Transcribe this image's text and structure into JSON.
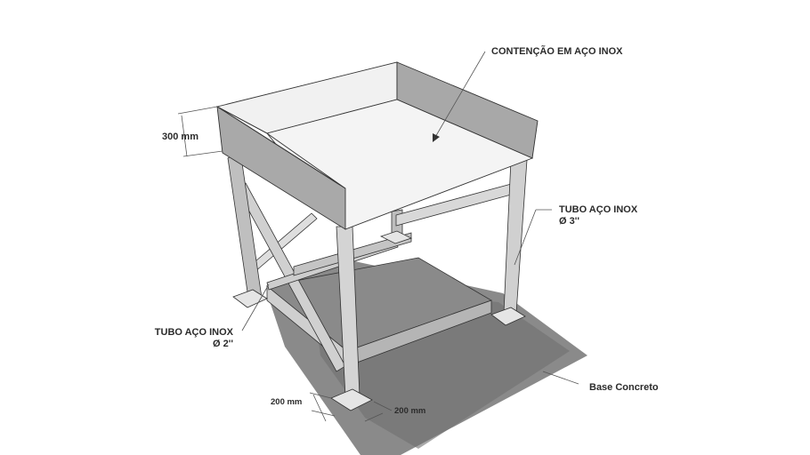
{
  "labels": {
    "containment": "CONTENÇÃO EM AÇO INOX",
    "height_300": "300 mm",
    "tube3_line1": "TUBO AÇO INOX",
    "tube3_line2": "Ø 3''",
    "tube2_line1": "TUBO AÇO INOX",
    "tube2_line2": "Ø 2''",
    "base_concrete": "Base Concreto",
    "plate_200_a": "200 mm",
    "plate_200_b": "200 mm"
  },
  "colors": {
    "shadow": "#7d7d7d",
    "shadow_light": "#9a9a9a",
    "metal_light": "#e6e6e6",
    "metal_mid": "#bcbcbc",
    "metal_dark": "#8e8e8e",
    "wall": "#a9a9a9",
    "top_surface": "#f4f4f4",
    "line": "#333333"
  }
}
